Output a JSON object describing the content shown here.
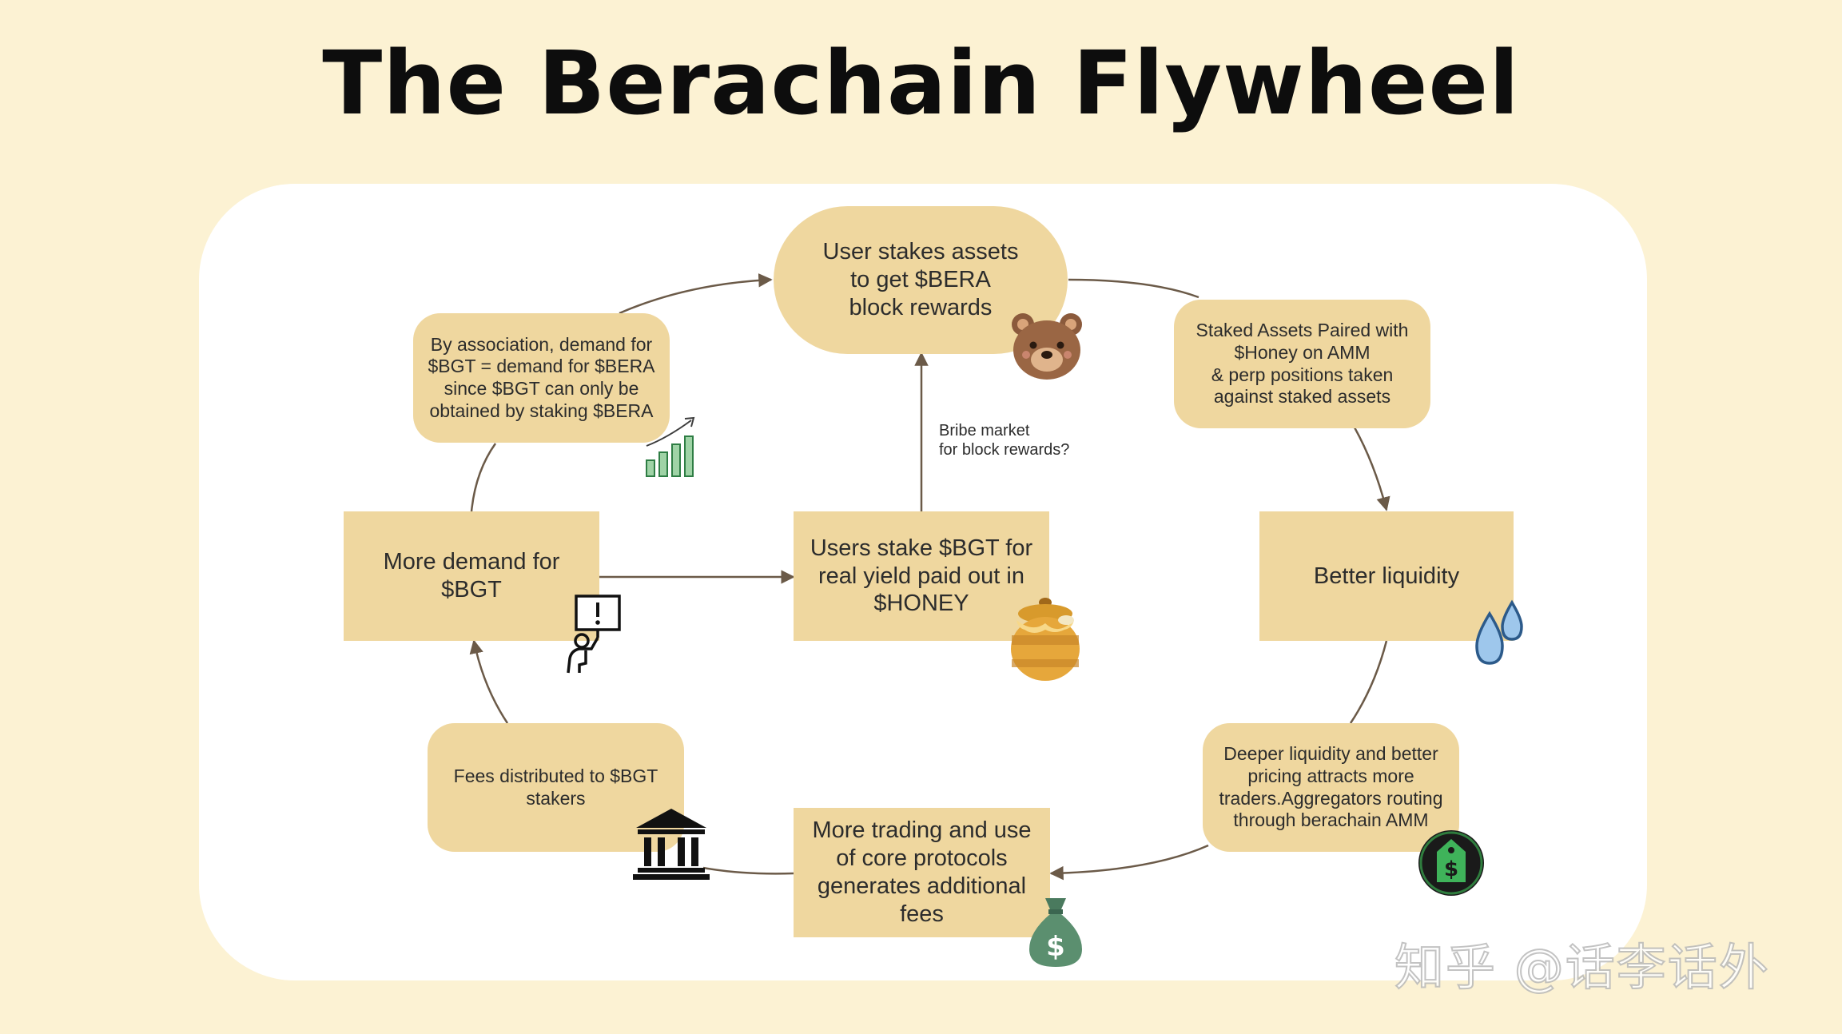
{
  "title": "The Berachain Flywheel",
  "nodes": {
    "user_stakes": "User stakes assets\nto get $BERA\nblock rewards",
    "staked_paired": "Staked Assets Paired with\n$Honey on AMM\n& perp positions taken\nagainst staked assets",
    "better_liquidity": "Better liquidity",
    "deeper_liquidity": "Deeper liquidity and better\npricing attracts more\ntraders.Aggregators routing\nthrough berachain AMM",
    "more_trading": "More trading and use\nof core protocols\ngenerates additional\nfees",
    "fees_distributed": "Fees distributed to $BGT\nstakers",
    "more_demand": "More demand for $BGT",
    "by_association": "By association, demand for\n$BGT = demand for $BERA\nsince $BGT can only be\nobtained by staking $BERA",
    "users_stake_bgt": "Users stake $BGT for\nreal yield paid out in\n$HONEY"
  },
  "annotation": "Bribe market\nfor block rewards?",
  "icons": {
    "bear": "bear-face-icon",
    "growth": "growth-chart-icon",
    "sign": "person-holding-sign-icon",
    "honey": "honey-pot-icon",
    "drops": "water-drops-icon",
    "tag": "price-tag-icon",
    "bank": "bank-icon",
    "money": "money-bag-icon"
  },
  "colors": {
    "background": "#fcf2d3",
    "panel": "#ffffff",
    "node": "#efd79f",
    "arrow": "#6b5a48"
  },
  "watermark": "知乎 @话李话外"
}
